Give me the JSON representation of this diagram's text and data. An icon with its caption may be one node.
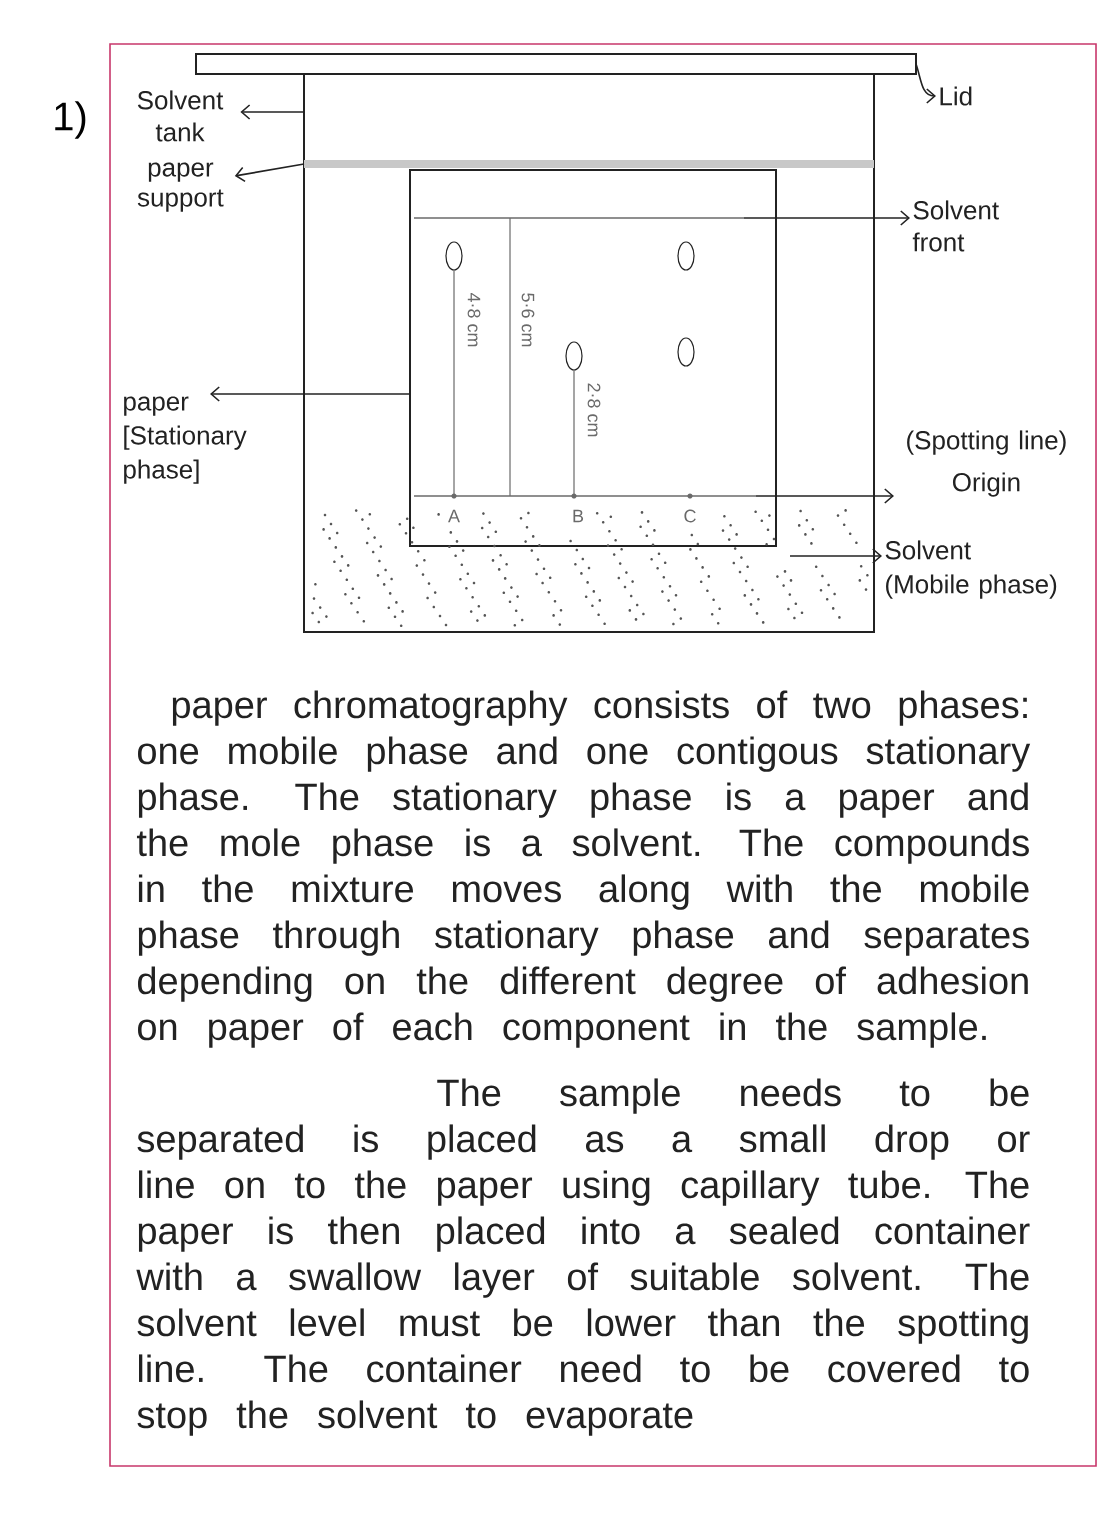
{
  "diagram": {
    "nodes": [
      {
        "text": [],
        "shape": "box"
      },
      {
        "text": [],
        "shape": "box"
      },
      {
        "text": [],
        "shape": "bar",
        "in": 1
      },
      {
        "text": [],
        "shape": "box",
        "in": 1
      },
      {
        "text": [],
        "shape": "line",
        "in": 3
      },
      {
        "text": [],
        "shape": "line",
        "in": 3
      },
      {
        "text": [],
        "shape": "picture",
        "in": 1
      },
      {
        "text": [
          "Solvent tank"
        ]
      },
      {
        "text": [
          "paper support"
        ]
      },
      {
        "text": [
          "paper [Stationary phase]"
        ]
      },
      {
        "text": [
          "Lid"
        ]
      },
      {
        "text": [
          "Solvent front"
        ]
      },
      {
        "text": [
          "(Spotting line)",
          "Origin"
        ]
      },
      {
        "text": [
          "Solvent",
          "(Mobile phase)"
        ]
      }
    ],
    "edges": [
      {
        "from": 1,
        "to": 7,
        "arrow": "to"
      },
      {
        "from": 2,
        "to": 8,
        "arrow": "to"
      },
      {
        "from": 3,
        "to": 9,
        "arrow": "to"
      },
      {
        "from": 0,
        "to": 10,
        "arrow": "to"
      },
      {
        "from": 4,
        "to": 11,
        "arrow": "to"
      },
      {
        "from": 5,
        "to": 12,
        "arrow": "to"
      },
      {
        "from": 6,
        "to": 13,
        "arrow": "to"
      }
    ],
    "labels": [
      "1)",
      "4·8 cm",
      "5·6 cm",
      "2·8 cm",
      "A",
      "B",
      "C",
      "paper chromatography consists of two phases: one mobile phase and one contigous stationary phase. The stationary phase is a paper and the mole phase is a solvent. The compounds in the mixture moves along with the mobile phase through stationary phase and separates depending on the different degree of adhesion on paper of each component in the sample.",
      "The sample needs to be separated is placed as a small drop or line on to the paper using capillary tube. The paper is then placed into a sealed container with a swallow layer of suitable solvent. The solvent level must be lower than the spotting line. The container need to be covered to stop the solvent to evaporate"
    ]
  }
}
